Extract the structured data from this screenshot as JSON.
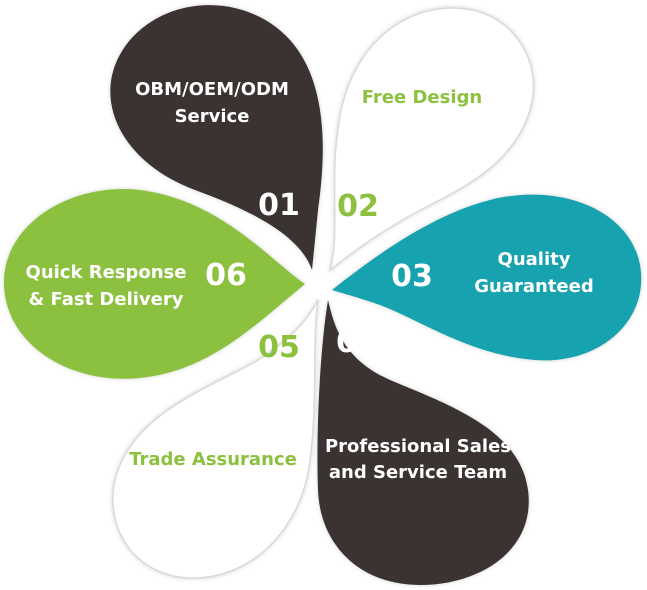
{
  "colors": {
    "dark": "#3a3133",
    "green": "#8cc13f",
    "teal": "#15a2ae",
    "white_petal": "#ffffff",
    "outline": "#d9d9d9",
    "text_on_dark": "#ffffff",
    "text_on_white": "#8cc13f"
  },
  "petals": [
    {
      "number": "01",
      "line1": "OBM/OEM/ODM",
      "line2": "Service",
      "fill": "dark"
    },
    {
      "number": "02",
      "line1": "Free Design",
      "line2": "",
      "fill": "white"
    },
    {
      "number": "03",
      "line1": "Quality",
      "line2": "Guaranteed",
      "fill": "teal"
    },
    {
      "number": "04",
      "line1": "Professional Sales",
      "line2": "and Service Team",
      "fill": "dark"
    },
    {
      "number": "05",
      "line1": "Trade Assurance",
      "line2": "",
      "fill": "white"
    },
    {
      "number": "06",
      "line1": "Quick Response",
      "line2": "& Fast Delivery",
      "fill": "green"
    }
  ]
}
